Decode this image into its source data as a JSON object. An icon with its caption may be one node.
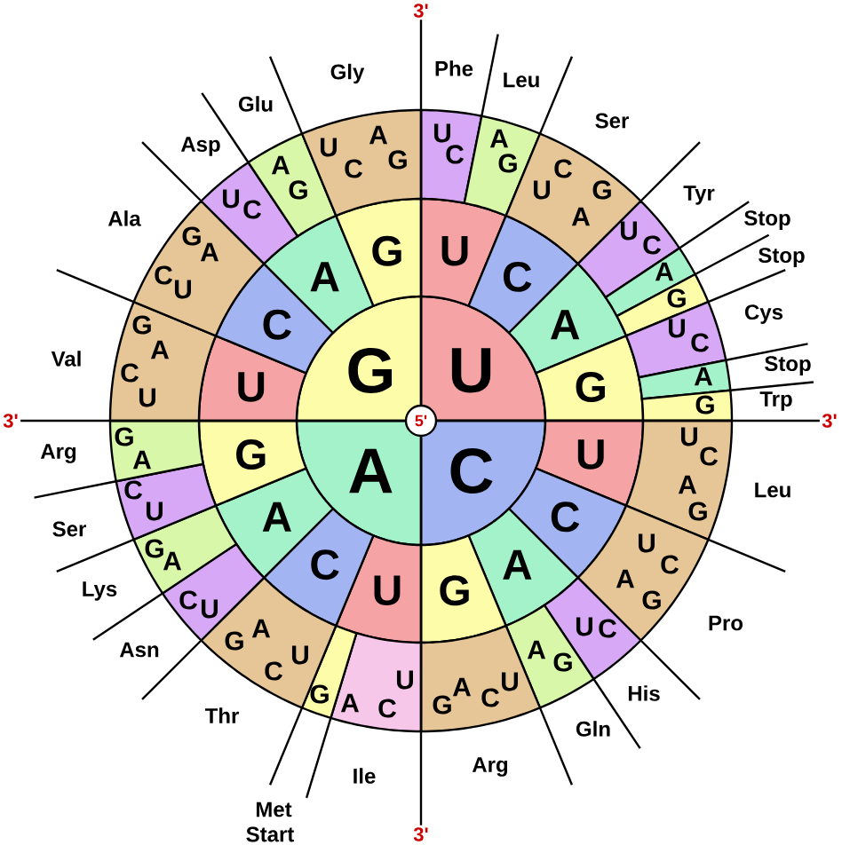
{
  "diagram": {
    "nodes": [
      {
        "text": [
          "5'"
        ]
      },
      {
        "text": [
          "U"
        ]
      },
      {
        "text": [
          "C"
        ]
      },
      {
        "text": [
          "A"
        ]
      },
      {
        "text": [
          "G"
        ]
      },
      {
        "text": [
          "U"
        ]
      },
      {
        "text": [
          "C"
        ]
      },
      {
        "text": [
          "A"
        ]
      },
      {
        "text": [
          "G"
        ]
      },
      {
        "text": [
          "U"
        ]
      },
      {
        "text": [
          "C"
        ]
      },
      {
        "text": [
          "A"
        ]
      },
      {
        "text": [
          "G"
        ]
      },
      {
        "text": [
          "U"
        ]
      },
      {
        "text": [
          "C"
        ]
      },
      {
        "text": [
          "A"
        ]
      },
      {
        "text": [
          "G"
        ]
      },
      {
        "text": [
          "U"
        ]
      },
      {
        "text": [
          "C"
        ]
      },
      {
        "text": [
          "A"
        ]
      },
      {
        "text": [
          "G"
        ]
      },
      {
        "text": [
          "U",
          "C"
        ],
        "beside": [
          "Phe"
        ]
      },
      {
        "text": [
          "A",
          "G"
        ],
        "beside": [
          "Leu"
        ]
      },
      {
        "text": [
          "U",
          "C",
          "A",
          "G"
        ],
        "beside": [
          "Ser"
        ]
      },
      {
        "text": [
          "U",
          "C"
        ],
        "beside": [
          "Tyr"
        ]
      },
      {
        "text": [
          "A"
        ],
        "beside": [
          "Stop"
        ]
      },
      {
        "text": [
          "G"
        ],
        "beside": [
          "Stop"
        ]
      },
      {
        "text": [
          "U",
          "C"
        ],
        "beside": [
          "Cys"
        ]
      },
      {
        "text": [
          "A"
        ],
        "beside": [
          "Stop"
        ]
      },
      {
        "text": [
          "G"
        ],
        "beside": [
          "Trp"
        ]
      },
      {
        "text": [
          "U",
          "C",
          "A",
          "G"
        ],
        "beside": [
          "Leu"
        ]
      },
      {
        "text": [
          "U",
          "C",
          "A",
          "G"
        ],
        "beside": [
          "Pro"
        ]
      },
      {
        "text": [
          "U",
          "C"
        ],
        "beside": [
          "His"
        ]
      },
      {
        "text": [
          "A",
          "G"
        ],
        "beside": [
          "Gln"
        ]
      },
      {
        "text": [
          "G",
          "A",
          "C",
          "U"
        ],
        "beside": [
          "Arg"
        ]
      },
      {
        "text": [
          "A",
          "C",
          "U"
        ],
        "beside": [
          "Ile"
        ]
      },
      {
        "text": [
          "G"
        ],
        "beside": [
          "Met",
          "Start"
        ]
      },
      {
        "text": [
          "G",
          "A",
          "C",
          "U"
        ],
        "beside": [
          "Thr"
        ]
      },
      {
        "text": [
          "C",
          "U"
        ],
        "beside": [
          "Asn"
        ]
      },
      {
        "text": [
          "G",
          "A"
        ],
        "beside": [
          "Lys"
        ]
      },
      {
        "text": [
          "C",
          "U"
        ],
        "beside": [
          "Ser"
        ]
      },
      {
        "text": [
          "G",
          "A"
        ],
        "beside": [
          "Arg"
        ]
      },
      {
        "text": [
          "G",
          "A",
          "C",
          "U"
        ],
        "beside": [
          "Val"
        ]
      },
      {
        "text": [
          "G",
          "A",
          "C",
          "U"
        ],
        "beside": [
          "Ala"
        ]
      },
      {
        "text": [
          "U",
          "C"
        ],
        "beside": [
          "Asp"
        ]
      },
      {
        "text": [
          "A",
          "G"
        ],
        "beside": [
          "Glu"
        ]
      },
      {
        "text": [
          "U",
          "C",
          "A",
          "G"
        ],
        "beside": [
          "Gly"
        ]
      },
      {
        "text": [
          "3'"
        ]
      },
      {
        "text": [
          "3'"
        ]
      },
      {
        "text": [
          "3'"
        ]
      },
      {
        "text": [
          "3'"
        ]
      }
    ],
    "edges": [
      {
        "from": 0,
        "to": 47,
        "arrow": "none"
      },
      {
        "from": 0,
        "to": 48,
        "arrow": "none"
      },
      {
        "from": 0,
        "to": 49,
        "arrow": "none"
      },
      {
        "from": 0,
        "to": 50,
        "arrow": "none"
      }
    ]
  }
}
